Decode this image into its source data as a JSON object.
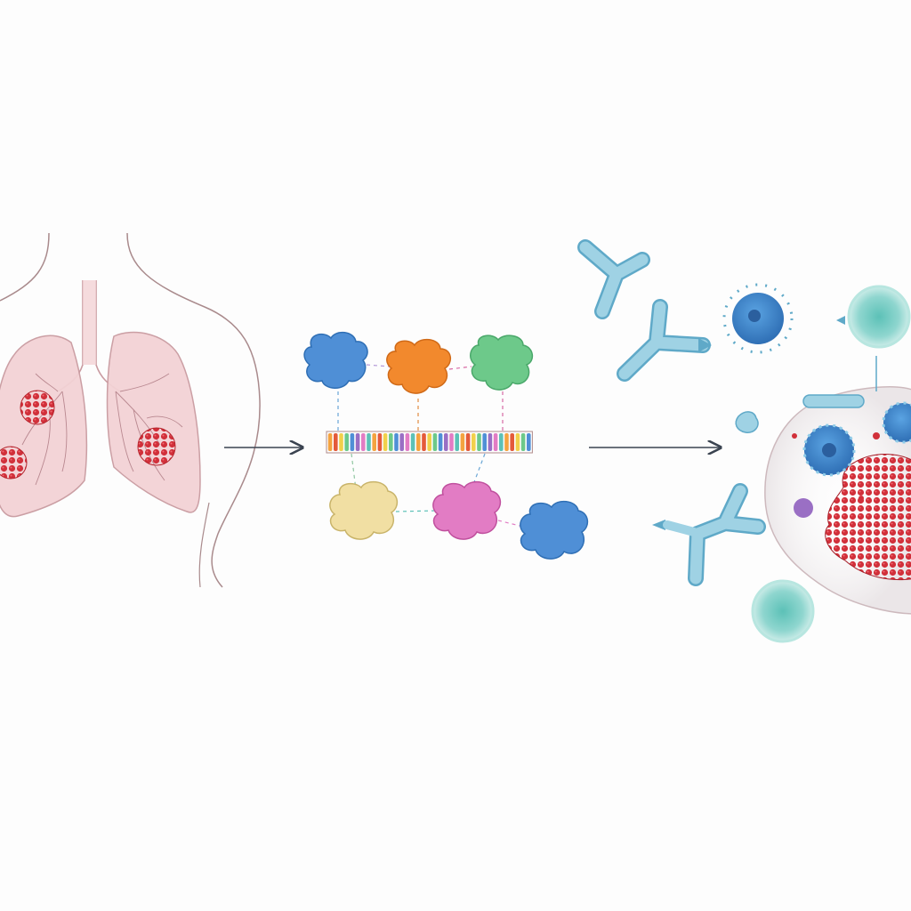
{
  "figure": {
    "panels": [
      {
        "id": "lungs",
        "icon": "lungs-with-tumors-icon"
      },
      {
        "id": "protein-sequencing",
        "icon": "protein-clusters-icon"
      },
      {
        "id": "immune-response",
        "icon": "antibodies-attacking-tumor-cell-icon"
      }
    ],
    "arrows": [
      {
        "from": "lungs",
        "to": "protein-sequencing"
      },
      {
        "from": "protein-sequencing",
        "to": "immune-response"
      }
    ]
  },
  "colors": {
    "background": "#fdfdfd",
    "lung_fill": "#f3d2d5",
    "lung_outline": "#c99aa0",
    "body_outline": "#a98a8c",
    "tumor_red": "#d1303a",
    "arrow": "#3a4350",
    "protein_blue": "#4f8fd6",
    "protein_orange": "#f2892d",
    "protein_green": "#6dc98a",
    "protein_yellow": "#f1dfa3",
    "protein_pink": "#e27cc4",
    "antibody": "#9fd2e4",
    "antibody_outline": "#5fa9c8",
    "teal_cell": "#8fd6cf",
    "dendritic_blue": "#4a90d0",
    "purple_dot": "#9a6fc4"
  }
}
